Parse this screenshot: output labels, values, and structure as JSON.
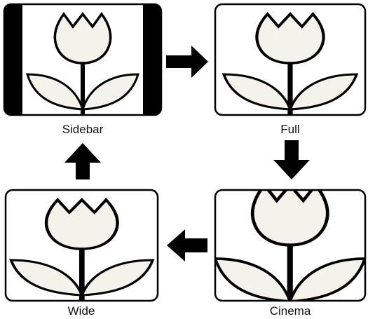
{
  "diagram": {
    "modes": [
      {
        "key": "sidebar",
        "label": "Sidebar"
      },
      {
        "key": "full",
        "label": "Full"
      },
      {
        "key": "cinema",
        "label": "Cinema"
      },
      {
        "key": "wide",
        "label": "Wide"
      }
    ]
  },
  "colors": {
    "frame": "#000000",
    "bar": "#000000",
    "flower_fill": "#f4f2ea",
    "background": "#ffffff"
  }
}
